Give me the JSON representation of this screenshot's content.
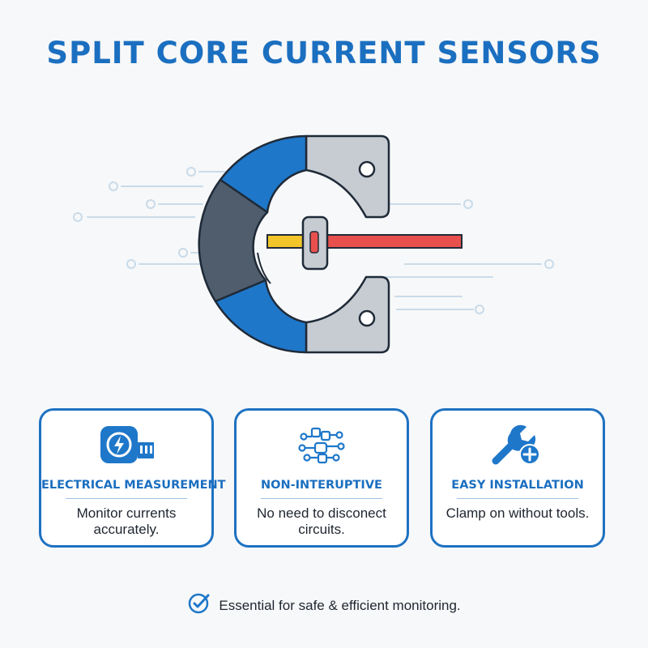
{
  "title": "SPLIT CORE CURRENT SENSORS",
  "illustration": {
    "subject": "split core current transformer clamped around a wire",
    "colors": {
      "core_blue": "#1e77c9",
      "core_dark": "#4f5d6c",
      "housing_gray": "#c7ccd2",
      "wire_red": "#e8504e",
      "wire_yellow": "#f2c52b",
      "outline": "#1f2a38",
      "field_lines": "#c9dbe9"
    }
  },
  "features": [
    {
      "icon": "power-meter-icon",
      "title": "ELECTRICAL MEASUREMENT",
      "description": "Monitor currents accurately."
    },
    {
      "icon": "circuit-network-icon",
      "title": "NON-INTERUPTIVE",
      "description": "No need to disconect circuits."
    },
    {
      "icon": "wrench-plus-icon",
      "title": "EASY INSTALLATION",
      "description": "Clamp on without tools."
    }
  ],
  "footer": {
    "icon": "check-circle-icon",
    "text": "Essential for safe & efficient monitoring."
  },
  "accent_color": "#1b6fc0"
}
